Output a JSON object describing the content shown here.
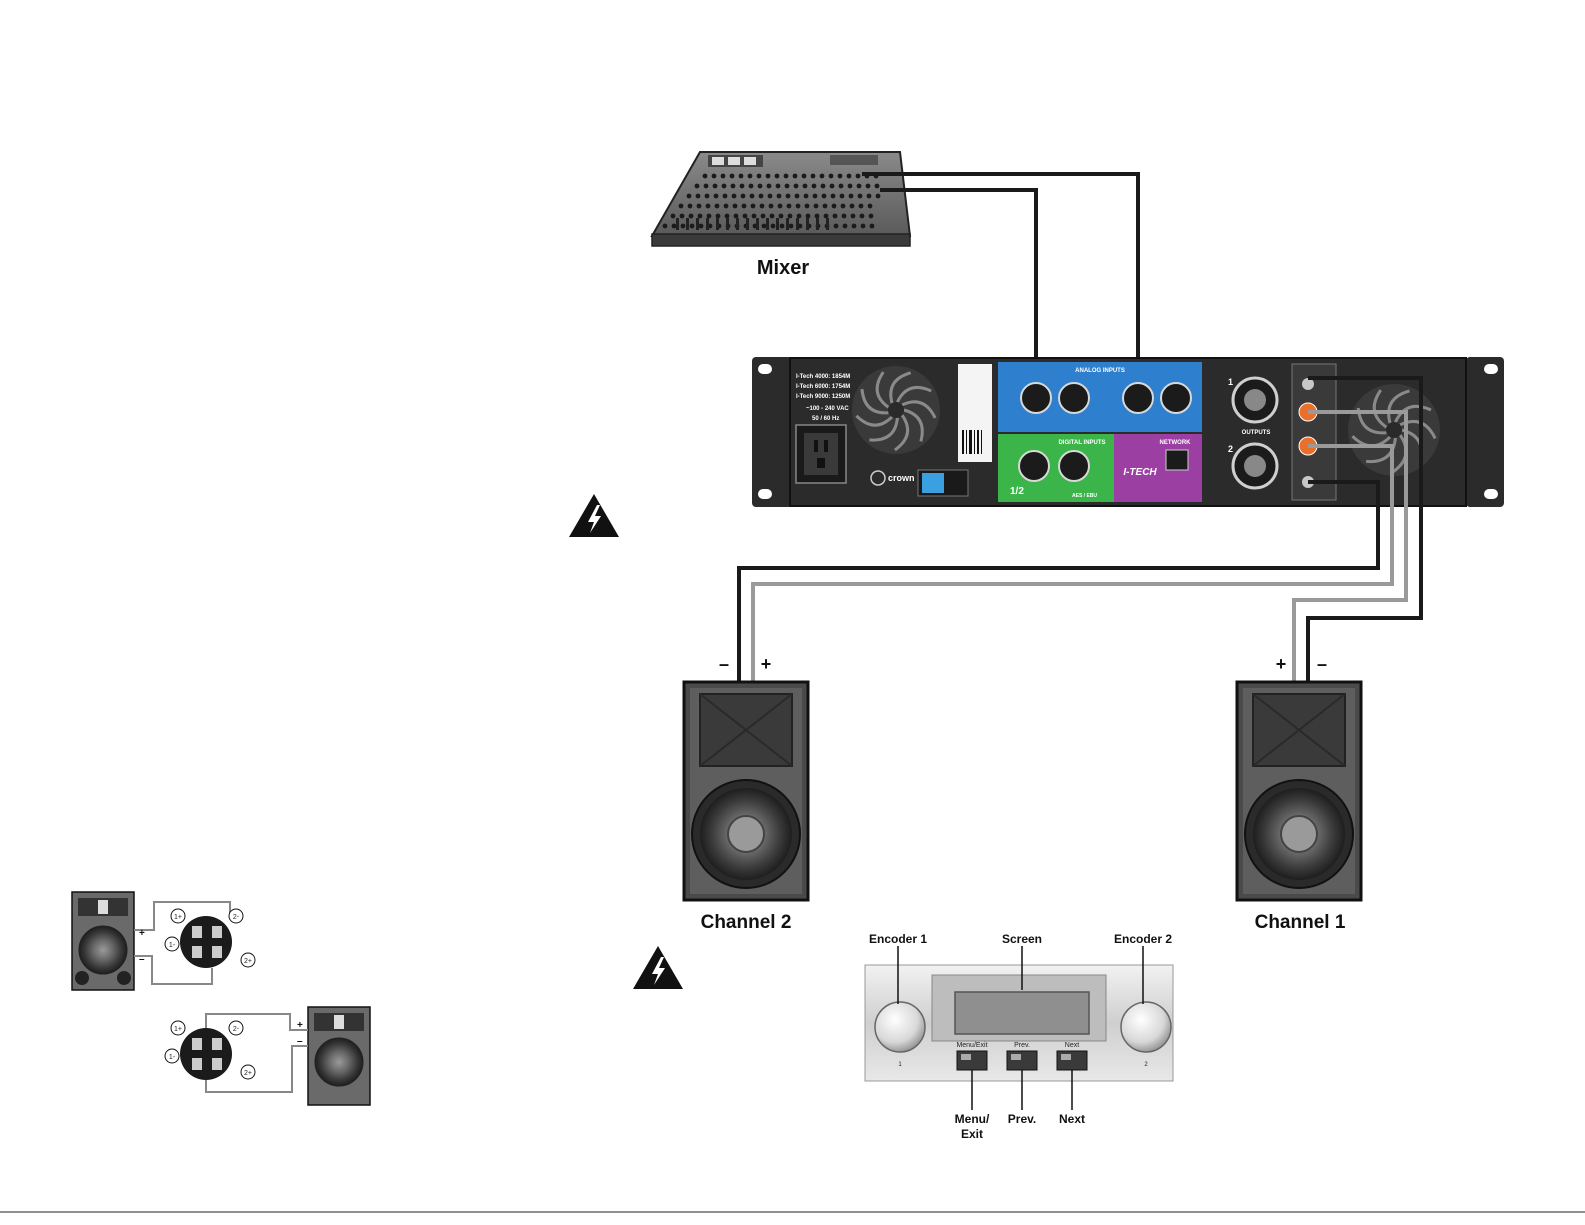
{
  "labels": {
    "mixer": "Mixer",
    "channel1": "Channel 1",
    "channel2": "Channel 2",
    "plus": "+",
    "minus": "–"
  },
  "amp": {
    "model_lines": [
      "I-Tech 4000: 1854M",
      "I-Tech 6000: 1754M",
      "I-Tech 9000: 1250M"
    ],
    "power": "~100 - 240 VAC",
    "freq": "50 / 60 Hz",
    "brand": "crown",
    "analog_inputs": "ANALOG INPUTS",
    "digital_inputs": "DIGITAL INPUTS",
    "network": "NETWORK",
    "outputs": "OUTPUTS",
    "itech": "I-TECH",
    "ch1": "1",
    "ch2": "2",
    "ch_pair": "1/2",
    "aes": "AES / EBU"
  },
  "wiring": {
    "pins": [
      "1+",
      "1-",
      "2-",
      "2+"
    ]
  },
  "panel": {
    "encoder1": "Encoder 1",
    "screen": "Screen",
    "encoder2": "Encoder 2",
    "menu_exit_button": "Menu/Exit",
    "prev_button": "Prev.",
    "next_button": "Next",
    "menu_exit_callout_line1": "Menu/",
    "menu_exit_callout_line2": "Exit",
    "prev_callout": "Prev.",
    "next_callout": "Next",
    "knob1_num": "1",
    "knob2_num": "2"
  },
  "colors": {
    "cable_dark": "#1a1a1a",
    "cable_light": "#9a9a9a",
    "analog_panel": "#2f7fcf",
    "digital_panel": "#3bb54a",
    "network_panel": "#9b3fa3",
    "amp_body": "#2b2b2b"
  },
  "icons": [
    "electrical-hazard-warning-icon"
  ]
}
